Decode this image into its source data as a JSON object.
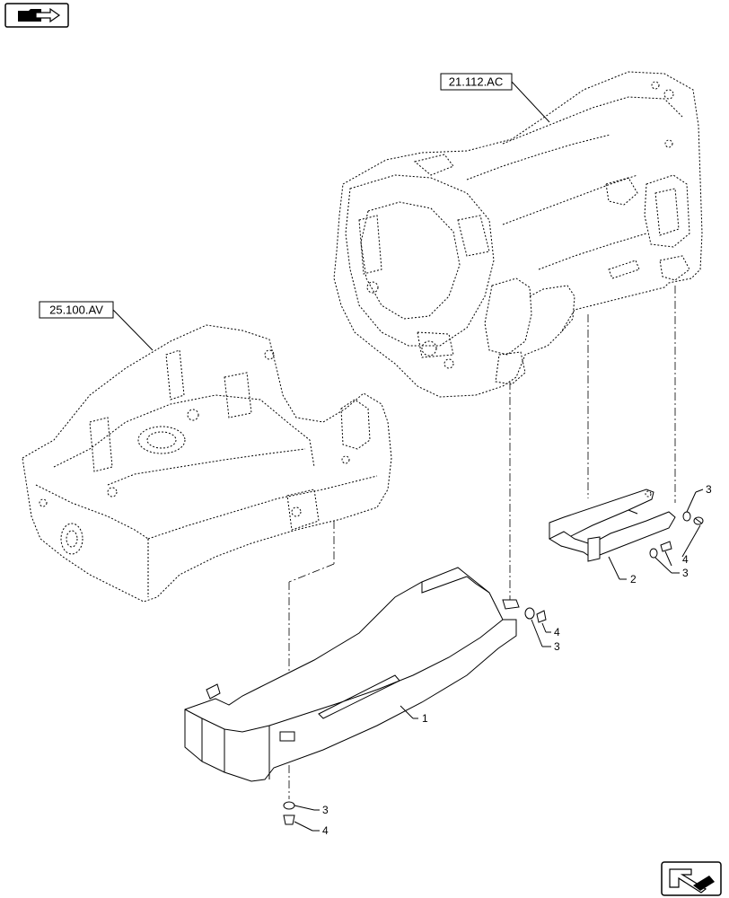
{
  "references": {
    "transmission": "21.112.AC",
    "front_frame": "25.100.AV"
  },
  "callouts": {
    "shield_large": "1",
    "shield_small": "2",
    "washer_right_top": "3",
    "screw_right_top": "4",
    "washer_right_bottom": "3",
    "screw_mid": "4",
    "washer_mid": "3",
    "washer_bottom": "3",
    "screw_bottom": "4"
  },
  "icons": {
    "top_left": "folder-arrow-icon",
    "bottom_right": "next-page-arrow-icon"
  }
}
